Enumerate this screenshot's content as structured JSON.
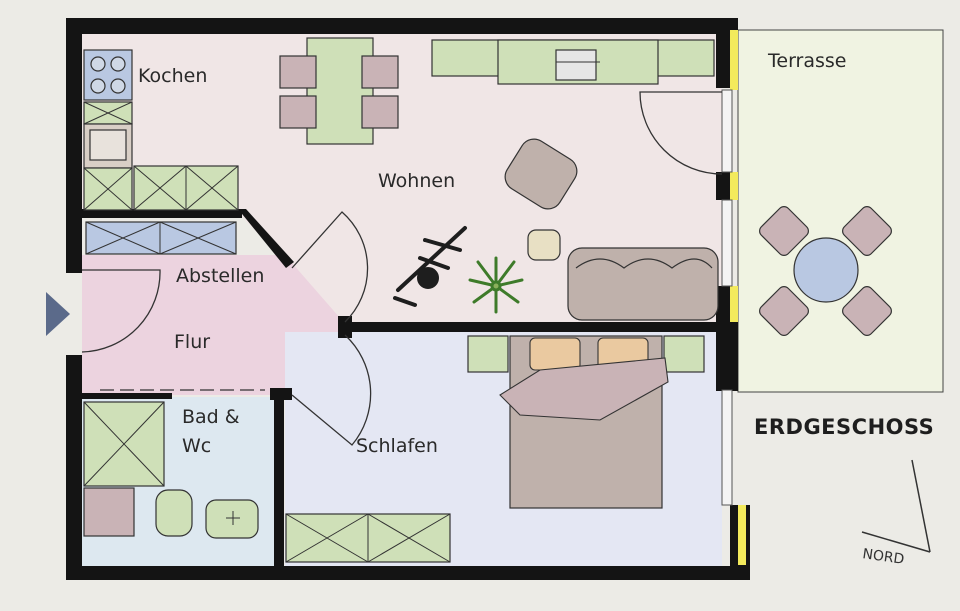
{
  "plan": {
    "title": "ERDGESCHOSS",
    "north_label": "NORD",
    "rooms": {
      "kochen": "Kochen",
      "wohnen": "Wohnen",
      "terrasse": "Terrasse",
      "abstellen": "Abstellen",
      "flur": "Flur",
      "bad_line1": "Bad &",
      "bad_line2": "Wc",
      "schlafen": "Schlafen"
    },
    "colors": {
      "wall": "#141414",
      "living_floor": "#f0e6e6",
      "bedroom_floor": "#e4e7f3",
      "hall_floor": "#ecd3df",
      "bath_floor": "#dde8f0",
      "terrace_floor": "#f0f3e2",
      "furniture_green": "#cfe0b8",
      "furniture_blue": "#b9c8e2",
      "window_yellow": "#f3ea5c",
      "entrance_arrow": "#5b6a8a"
    }
  }
}
